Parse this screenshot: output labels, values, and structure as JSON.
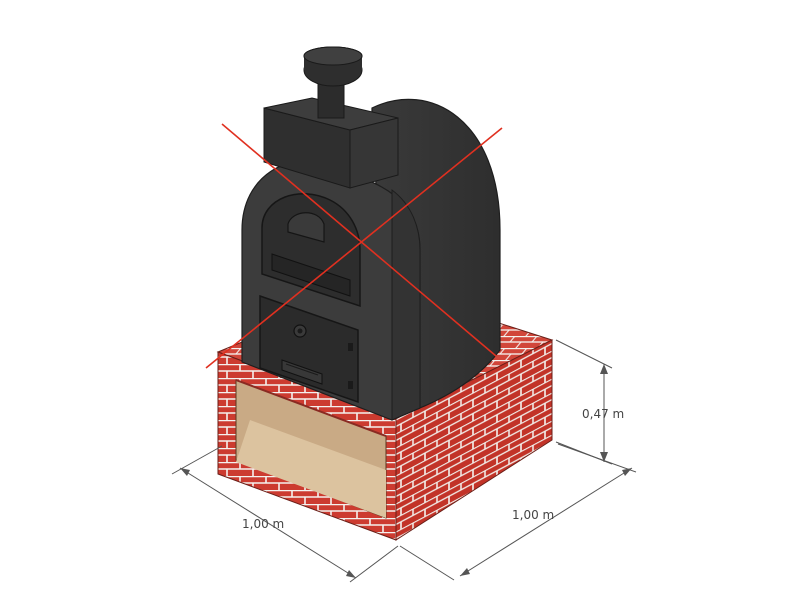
{
  "dimensions": {
    "width_label": "1,00 m",
    "depth_label": "1,00 m",
    "height_label": "0,47 m"
  },
  "colors": {
    "brick": "#cc3b30",
    "mortar": "#f4f1ee",
    "oven_body": "#3c3c3c",
    "oven_dark": "#2a2a2a",
    "wood_shelf": "#d3b895",
    "cross_line": "#e03020",
    "dimension_line": "#555555"
  }
}
